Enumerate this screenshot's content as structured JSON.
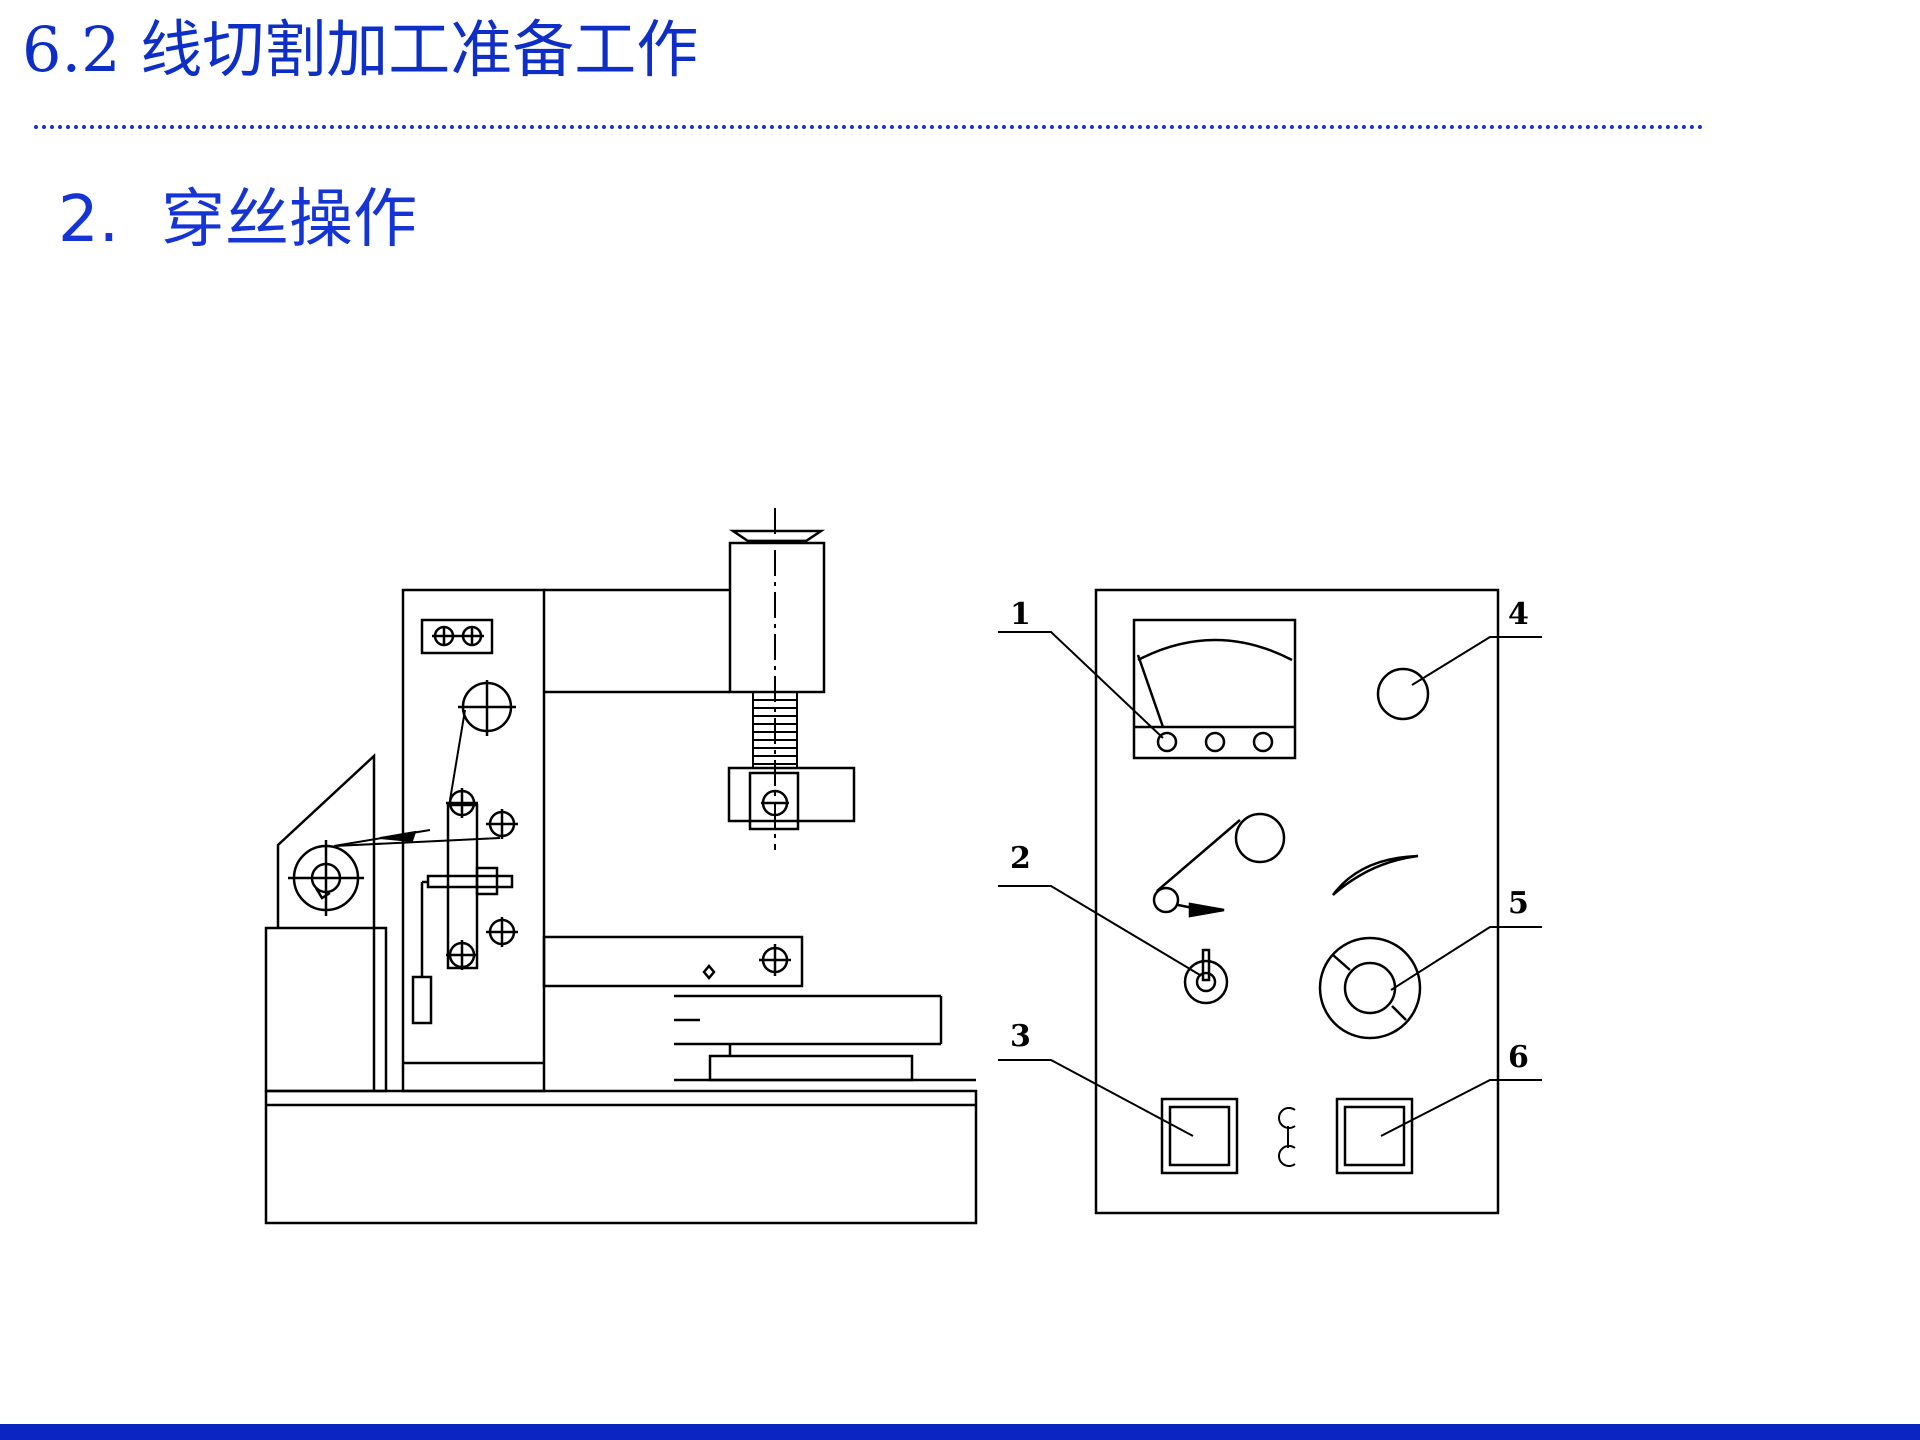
{
  "header": {
    "title": "6.2 线切割加工准备工作"
  },
  "section": {
    "number": "2.",
    "title": "穿丝操作"
  },
  "diagram": {
    "callouts": [
      "1",
      "2",
      "3",
      "4",
      "5",
      "6"
    ]
  },
  "colors": {
    "title": "#0d2ec7",
    "heading": "#1534d6",
    "divider": "#1733c8",
    "bottom_bar": "#0b25c3",
    "drawing": "#000000"
  }
}
